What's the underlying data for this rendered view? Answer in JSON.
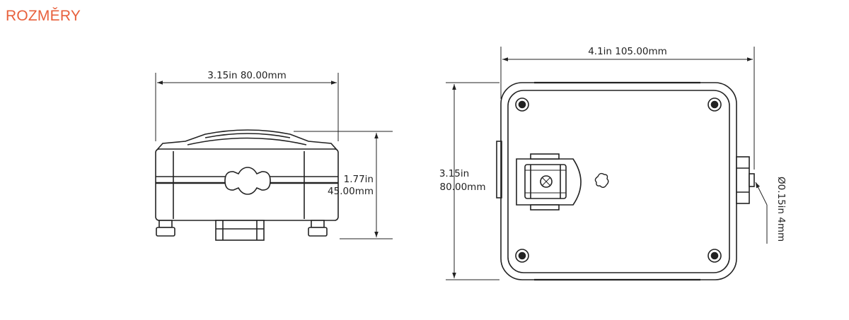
{
  "heading": "ROZMĚRY",
  "colors": {
    "heading": "#e8603c",
    "line": "#222222",
    "body_fill": "#ffffff"
  },
  "front_view": {
    "width_label": "3.15in 80.00mm",
    "height_label_in": "1.77in",
    "height_label_mm": "45.00mm"
  },
  "top_view": {
    "width_label": "4.1in 105.00mm",
    "height_label_in": "3.15in",
    "height_label_mm": "80.00mm",
    "hole_label": "Ø0.15in 4mm"
  }
}
